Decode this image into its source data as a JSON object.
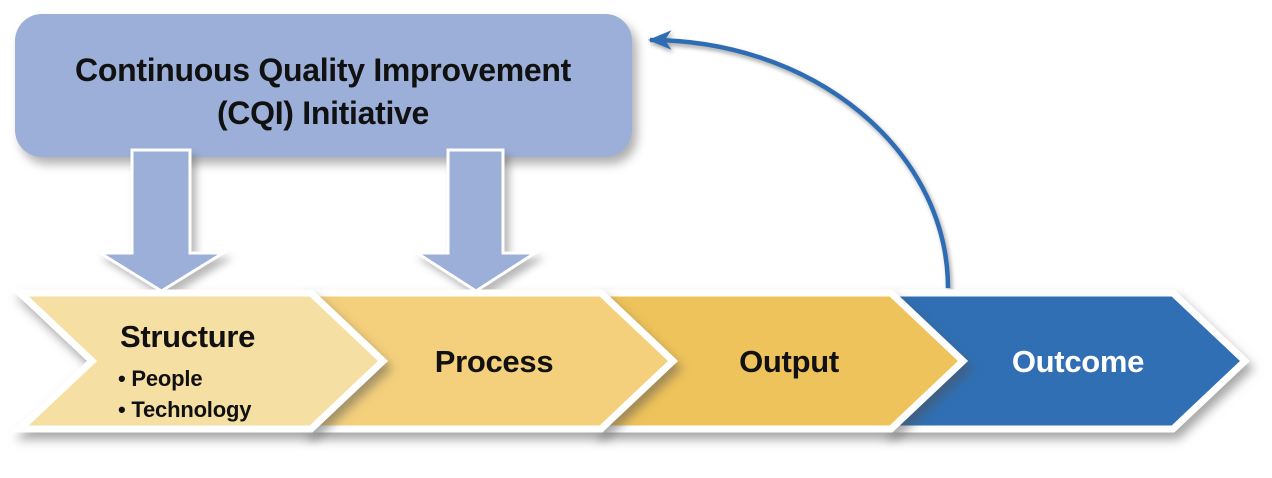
{
  "title_box": {
    "line1": "Continuous Quality Improvement",
    "line2": "(CQI) Initiative",
    "fill": "#9cafd8",
    "text_color": "#111111"
  },
  "connector_arrows": {
    "fill": "#9cafd8"
  },
  "stages": [
    {
      "label": "Structure",
      "bullets": [
        "• People",
        "• Technology"
      ],
      "fill": "#f5dfa3",
      "text_color": "#111111"
    },
    {
      "label": "Process",
      "fill": "#f4d07c",
      "text_color": "#111111"
    },
    {
      "label": "Output",
      "fill": "#efc35b",
      "text_color": "#111111"
    },
    {
      "label": "Outcome",
      "fill": "#306fb3",
      "text_color": "#ffffff"
    }
  ],
  "feedback_arrow": {
    "stroke": "#2e6db4"
  }
}
